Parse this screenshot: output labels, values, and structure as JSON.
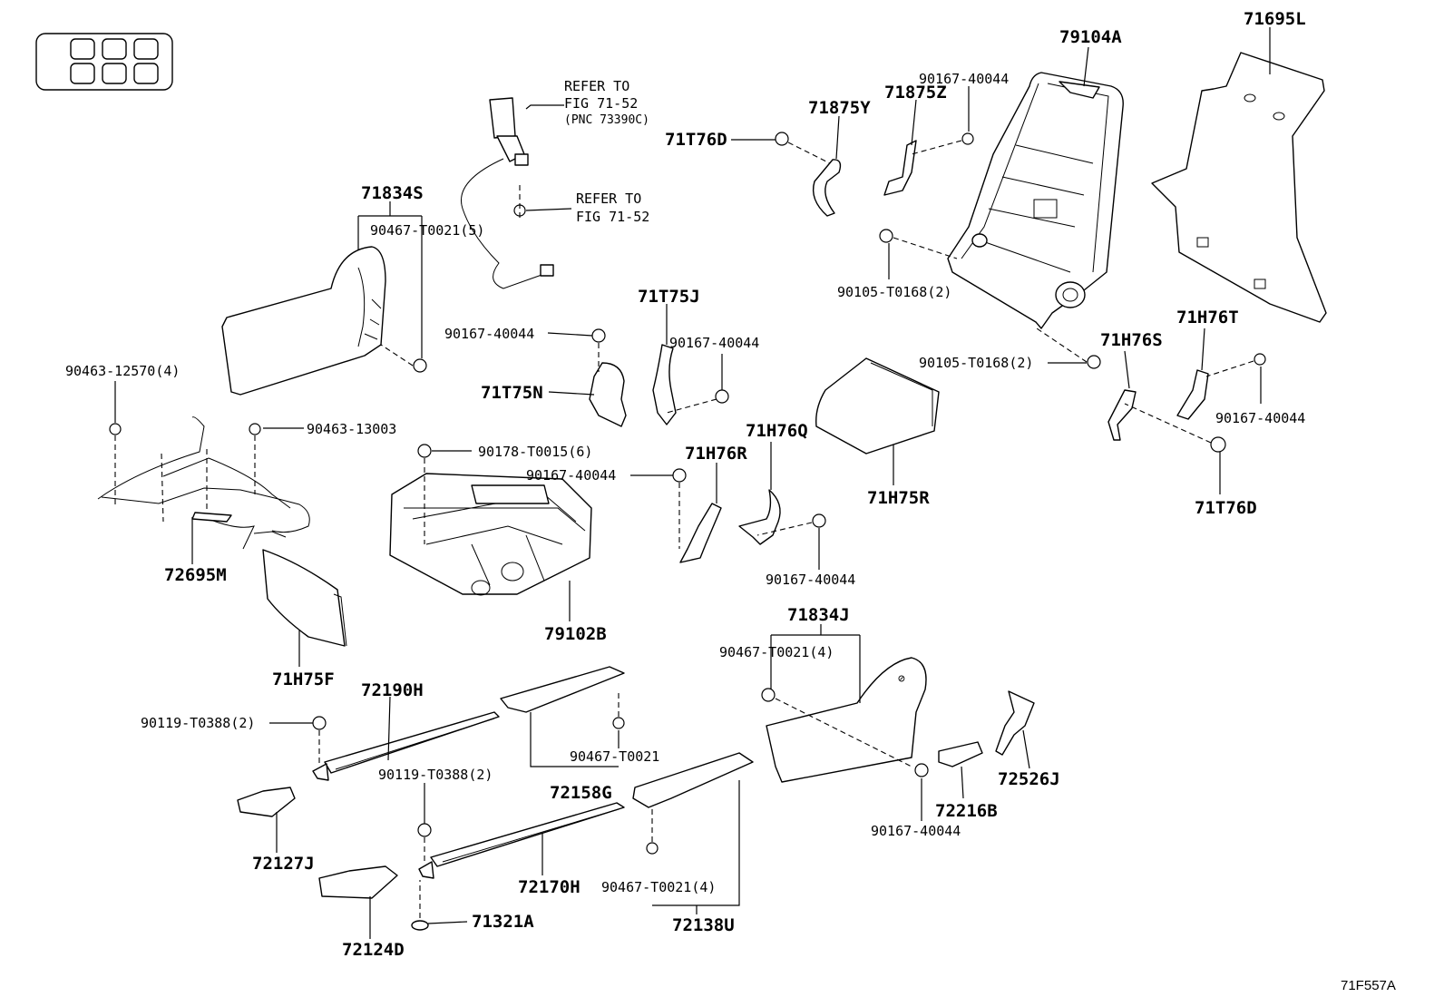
{
  "diagram_code": "71F557A",
  "seat_position_indicator": {
    "grid": [
      [
        false,
        false,
        false
      ],
      [
        false,
        true,
        false
      ]
    ]
  },
  "labels": {
    "p79104A": "79104A",
    "p71695L": "71695L",
    "p90167_40044_a": "90167-40044",
    "p71875Z": "71875Z",
    "p71875Y": "71875Y",
    "p71T76D_a": "71T76D",
    "p90105_T0168_a": "90105-T0168(2)",
    "refer1_line1": "REFER TO",
    "refer1_line2": "FIG 71-52",
    "refer1_line3": "(PNC 73390C)",
    "refer2_line1": "REFER TO",
    "refer2_line2": "FIG 71-52",
    "p71834S": "71834S",
    "p90467_T0021_5": "90467-T0021(5)",
    "p90463_12570": "90463-12570(4)",
    "p90463_13003": "90463-13003",
    "p72695M": "72695M",
    "p71H75F": "71H75F",
    "p71T75J": "71T75J",
    "p90167_40044_b": "90167-40044",
    "p90167_40044_c": "90167-40044",
    "p71T75N": "71T75N",
    "p90178_T0015": "90178-T0015(6)",
    "p90167_40044_d": "90167-40044",
    "p71H76R": "71H76R",
    "p79102B": "79102B",
    "p71H76Q": "71H76Q",
    "p90167_40044_e": "90167-40044",
    "p71H75R": "71H75R",
    "p90105_T0168_b": "90105-T0168(2)",
    "p71H76S": "71H76S",
    "p71H76T": "71H76T",
    "p90167_40044_f": "90167-40044",
    "p71T76D_b": "71T76D",
    "p71834J": "71834J",
    "p90467_T0021_4a": "90467-T0021(4)",
    "p72190H": "72190H",
    "p90119_T0388_a": "90119-T0388(2)",
    "p90467_T0021": "90467-T0021",
    "p72158G": "72158G",
    "p90119_T0388_b": "90119-T0388(2)",
    "p72127J": "72127J",
    "p72170H": "72170H",
    "p90467_T0021_4b": "90467-T0021(4)",
    "p72138U": "72138U",
    "p71321A": "71321A",
    "p72124D": "72124D",
    "p90167_40044_g": "90167-40044",
    "p72216B": "72216B",
    "p72526J": "72526J"
  }
}
